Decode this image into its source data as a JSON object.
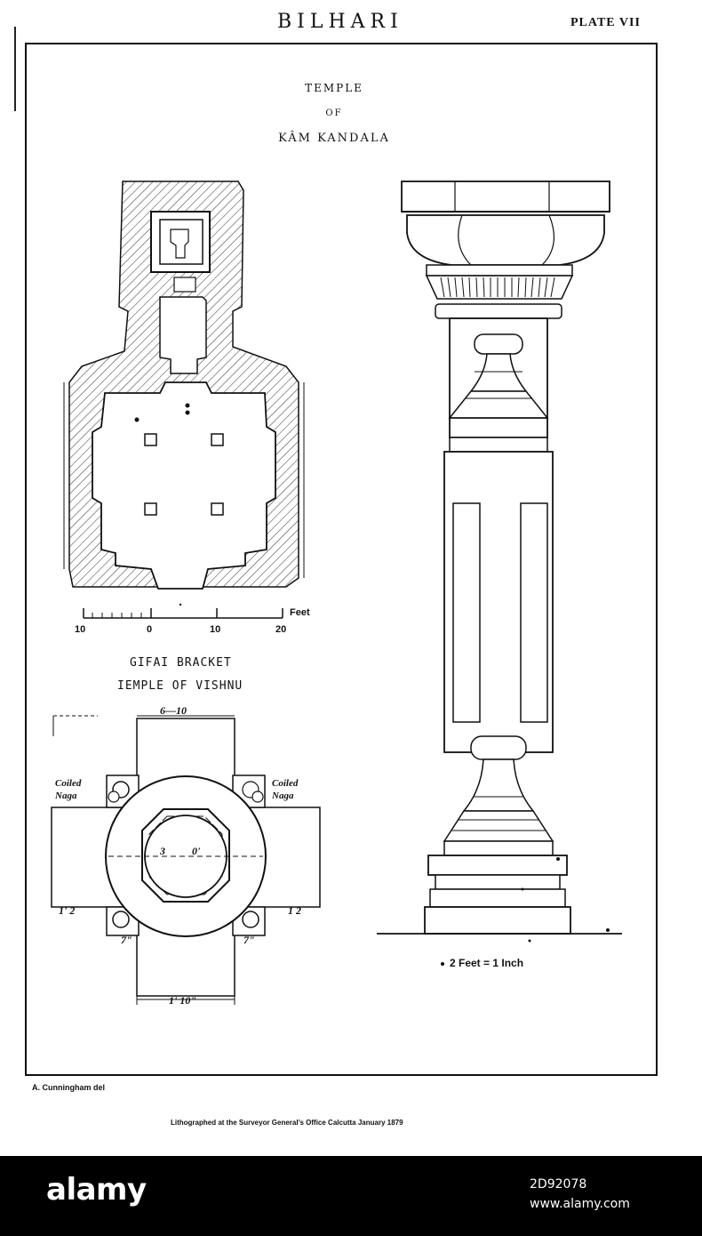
{
  "header": {
    "title": "BILHARI",
    "plate": "PLATE VII"
  },
  "temple_title": {
    "line1": "TEMPLE",
    "line2": "OF",
    "line3": "KÂM KANDALA"
  },
  "plan_scale": {
    "unit": "Feet",
    "ticks": [
      "10",
      "0",
      "10",
      "20"
    ]
  },
  "bracket_caption": {
    "line1": "GIFAI BRACKET",
    "line2": "IEMPLE OF VISHNU"
  },
  "bracket_labels": {
    "top_dim": "6—10",
    "left_naga": "Coiled\nNaga",
    "right_naga": "Coiled\nNaga",
    "center_left": "3",
    "center_right": "0'",
    "left_dim": "1' 2",
    "right_dim": "1 2",
    "lower_left": "7\"",
    "lower_right": "7\"",
    "bottom_dim": "1' 10\""
  },
  "pillar_scale": "2 Feet = 1 Inch",
  "credit": {
    "artist": "A. Cunningham del",
    "lithograph": "Lithographed at the Surveyor General's Office Calcutta January 1879"
  },
  "watermark": {
    "brand": "alamy",
    "image_id": "2D92078",
    "url": "www.alamy.com"
  }
}
